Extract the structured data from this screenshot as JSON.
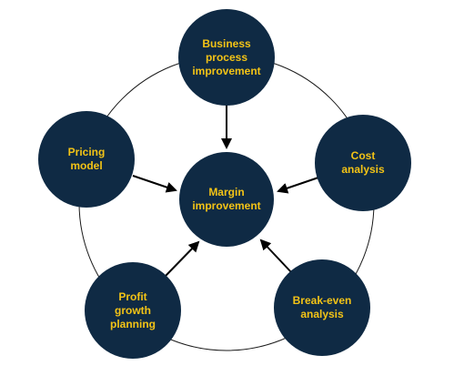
{
  "colors": {
    "node_fill": "#0f2a44",
    "label_text": "#f3c316",
    "ring_stroke": "#1a1a1a",
    "arrow": "#000000",
    "background": "#ffffff"
  },
  "diagram": {
    "center": {
      "label": "Margin\nimprovement"
    },
    "nodes": [
      {
        "id": "top",
        "label": "Business\nprocess\nimprovement"
      },
      {
        "id": "right",
        "label": "Cost\nanalysis"
      },
      {
        "id": "bottom-right",
        "label": "Break-even\nanalysis"
      },
      {
        "id": "bottom-left",
        "label": "Profit\ngrowth\nplanning"
      },
      {
        "id": "left",
        "label": "Pricing\nmodel"
      }
    ]
  }
}
